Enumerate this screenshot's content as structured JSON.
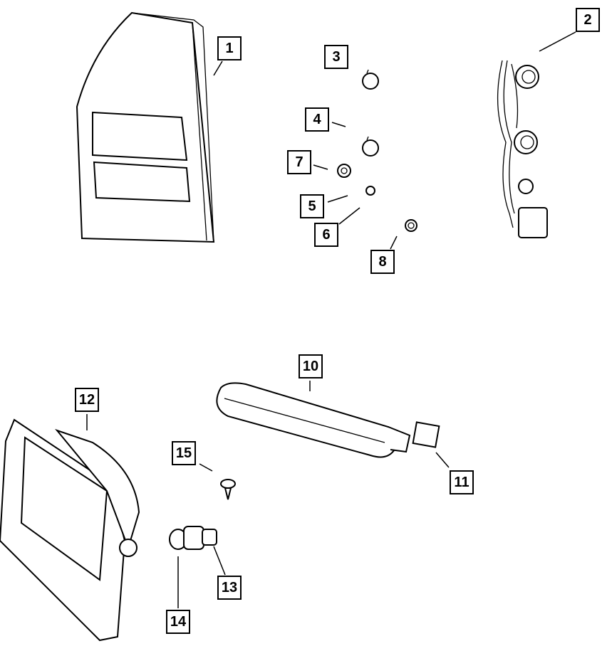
{
  "diagram": {
    "callouts": [
      "1",
      "2",
      "3",
      "4",
      "5",
      "6",
      "7",
      "8",
      "10",
      "11",
      "12",
      "13",
      "14",
      "15"
    ]
  }
}
